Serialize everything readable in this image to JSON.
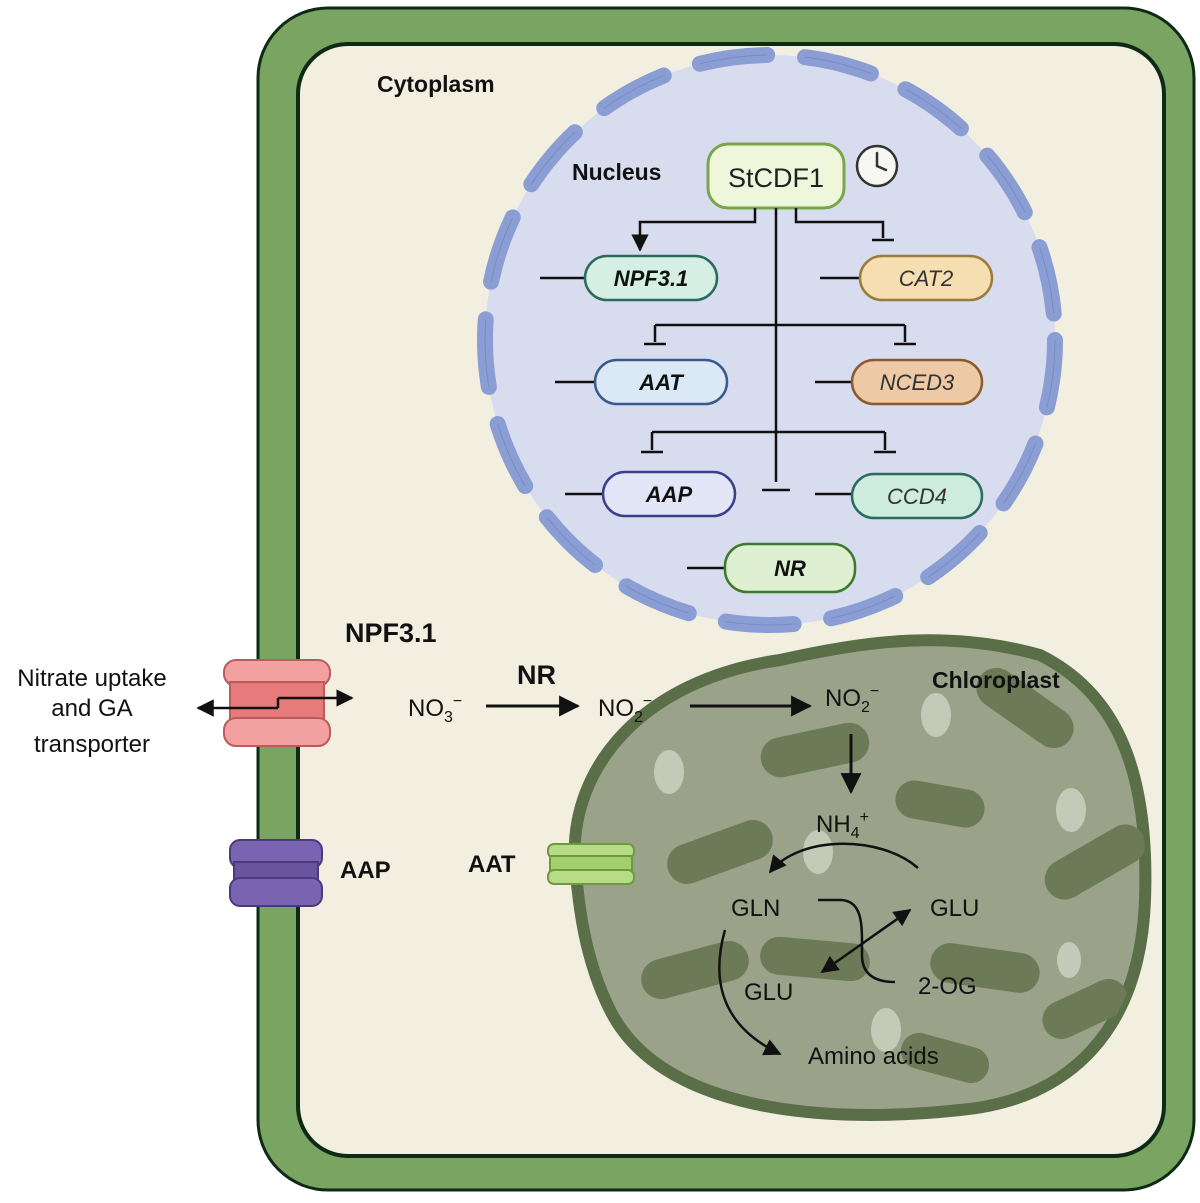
{
  "labels": {
    "cytoplasm": "Cytoplasm",
    "nucleus": "Nucleus",
    "chloroplast": "Chloroplast",
    "regulator": "StCDF1",
    "npf_transporter": "NPF3.1",
    "nitrate_l1": "Nitrate uptake",
    "nitrate_l2": "and GA",
    "nitrate_l3": "transporter",
    "aap_transporter": "AAP",
    "aat_transporter": "AAT",
    "nr_enzyme": "NR"
  },
  "genes": {
    "npf": "NPF3.1",
    "cat2": "CAT2",
    "aat": "AAT",
    "nced3": "NCED3",
    "aap": "AAP",
    "ccd4": "CCD4",
    "nr": "NR"
  },
  "chem": {
    "no3_base": "NO",
    "no3_sub": "3",
    "no3_sup": "−",
    "no2a_base": "NO",
    "no2a_sub": "2",
    "no2a_sup": "−",
    "no2b_base": "NO",
    "no2b_sub": "2",
    "no2b_sup": "−",
    "nh4_base": "NH",
    "nh4_sub": "4",
    "nh4_sup": "+",
    "gln": "GLN",
    "glu_right": "GLU",
    "glu_left": "GLU",
    "og": "2-OG",
    "amino": "Amino acids"
  },
  "colors": {
    "cell_wall": "#79a462",
    "cytoplasm": "#f2efe0",
    "nucleus_fill": "#d8dcef",
    "envelope": "#8b9ed4",
    "chloroplast": "#9aa38a",
    "thylakoid": "#6c7a58",
    "npf_channel": "#f2a0a0",
    "aap_channel": "#7a63b0",
    "aat_channel": "#b7dc86"
  }
}
